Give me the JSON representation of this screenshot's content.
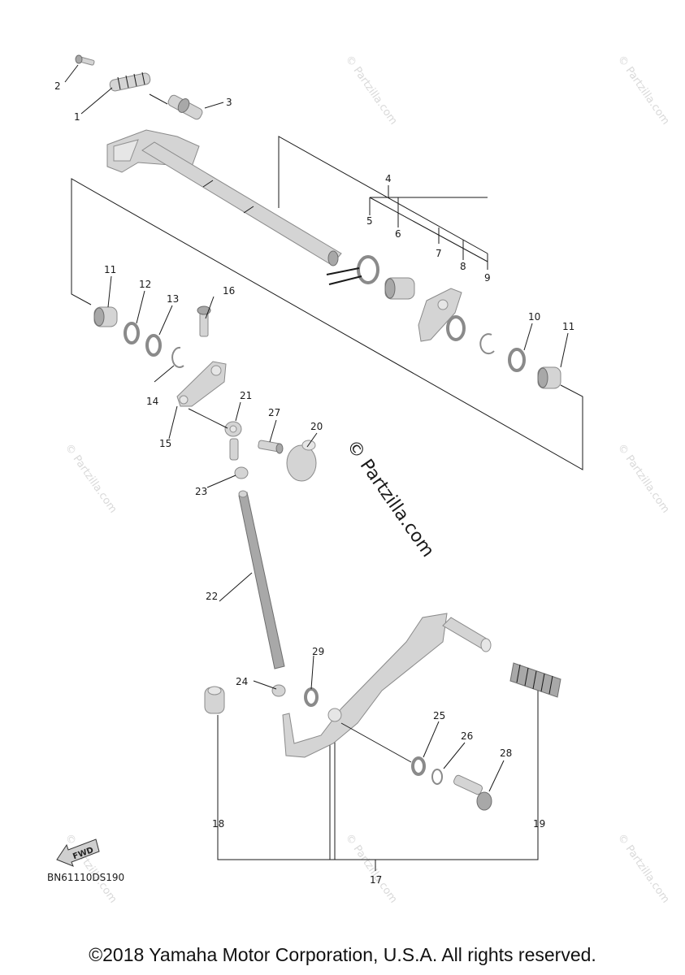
{
  "diagram": {
    "code": "BN61110DS190",
    "fwd_label": "FWD",
    "copyright": "©2018 Yamaha Motor Corporation, U.S.A. All rights reserved.",
    "watermark_main": "© Partzilla.com",
    "watermark_small": "© Partzilla.com",
    "callouts": {
      "c1": "1",
      "c2": "2",
      "c3": "3",
      "c4": "4",
      "c5": "5",
      "c6": "6",
      "c7": "7",
      "c8": "8",
      "c9": "9",
      "c10": "10",
      "c11a": "11",
      "c11b": "11",
      "c12": "12",
      "c13": "13",
      "c14": "14",
      "c15": "15",
      "c16": "16",
      "c17": "17",
      "c18": "18",
      "c19": "19",
      "c20": "20",
      "c21": "21",
      "c22": "22",
      "c23": "23",
      "c24": "24",
      "c25": "25",
      "c26": "26",
      "c27": "27",
      "c28": "28",
      "c29": "29"
    }
  }
}
